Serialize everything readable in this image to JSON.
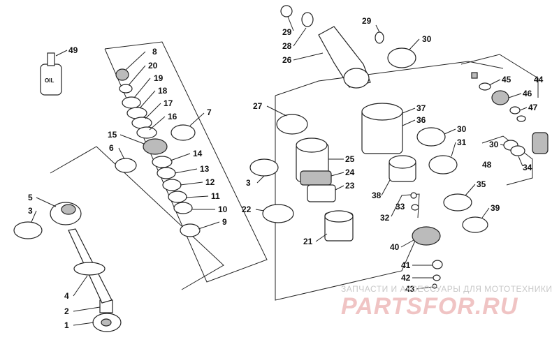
{
  "callouts": [
    {
      "id": "1",
      "label": "1"
    },
    {
      "id": "2",
      "label": "2"
    },
    {
      "id": "3a",
      "label": "3"
    },
    {
      "id": "4",
      "label": "4"
    },
    {
      "id": "5",
      "label": "5"
    },
    {
      "id": "6",
      "label": "6"
    },
    {
      "id": "7",
      "label": "7"
    },
    {
      "id": "8",
      "label": "8"
    },
    {
      "id": "9",
      "label": "9"
    },
    {
      "id": "10",
      "label": "10"
    },
    {
      "id": "11",
      "label": "11"
    },
    {
      "id": "12",
      "label": "12"
    },
    {
      "id": "13",
      "label": "13"
    },
    {
      "id": "14",
      "label": "14"
    },
    {
      "id": "15",
      "label": "15"
    },
    {
      "id": "16",
      "label": "16"
    },
    {
      "id": "17",
      "label": "17"
    },
    {
      "id": "18",
      "label": "18"
    },
    {
      "id": "19",
      "label": "19"
    },
    {
      "id": "20",
      "label": "20"
    },
    {
      "id": "21",
      "label": "21"
    },
    {
      "id": "22",
      "label": "22"
    },
    {
      "id": "23",
      "label": "23"
    },
    {
      "id": "24",
      "label": "24"
    },
    {
      "id": "25",
      "label": "25"
    },
    {
      "id": "26",
      "label": "26"
    },
    {
      "id": "27",
      "label": "27"
    },
    {
      "id": "28",
      "label": "28"
    },
    {
      "id": "29a",
      "label": "29"
    },
    {
      "id": "29b",
      "label": "29"
    },
    {
      "id": "30a",
      "label": "30"
    },
    {
      "id": "30b",
      "label": "30"
    },
    {
      "id": "30c",
      "label": "30"
    },
    {
      "id": "31",
      "label": "31"
    },
    {
      "id": "32",
      "label": "32"
    },
    {
      "id": "33",
      "label": "33"
    },
    {
      "id": "34",
      "label": "34"
    },
    {
      "id": "35",
      "label": "35"
    },
    {
      "id": "36",
      "label": "36"
    },
    {
      "id": "37",
      "label": "37"
    },
    {
      "id": "38",
      "label": "38"
    },
    {
      "id": "39",
      "label": "39"
    },
    {
      "id": "40",
      "label": "40"
    },
    {
      "id": "41",
      "label": "41"
    },
    {
      "id": "42",
      "label": "42"
    },
    {
      "id": "43",
      "label": "43"
    },
    {
      "id": "44",
      "label": "44"
    },
    {
      "id": "45",
      "label": "45"
    },
    {
      "id": "46",
      "label": "46"
    },
    {
      "id": "47",
      "label": "47"
    },
    {
      "id": "48",
      "label": "48"
    },
    {
      "id": "49",
      "label": "49"
    },
    {
      "id": "3b",
      "label": "3"
    }
  ],
  "oil_bottle_label": "OIL",
  "watermark": {
    "subtitle": "ЗАПЧАСТИ И АКСЕССУАРЫ ДЛЯ МОТОТЕХНИКИ",
    "brand": "PARTSFOR.RU"
  }
}
